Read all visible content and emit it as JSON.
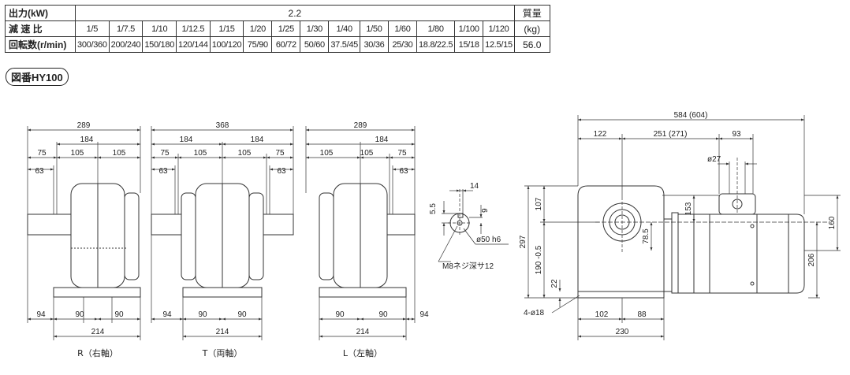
{
  "table": {
    "output_label": "出力(kW)",
    "ratio_label": "減 速 比",
    "speed_label": "回転数(r/min)",
    "output_value": "2.2",
    "mass_label": "質量",
    "mass_unit": "(kg)",
    "mass_value": "56.0",
    "ratios": [
      "1/5",
      "1/7.5",
      "1/10",
      "1/12.5",
      "1/15",
      "1/20",
      "1/25",
      "1/30",
      "1/40",
      "1/50",
      "1/60",
      "1/80",
      "1/100",
      "1/120"
    ],
    "speeds": [
      "300/360",
      "200/240",
      "150/180",
      "120/144",
      "100/120",
      "75/90",
      "60/72",
      "50/60",
      "37.5/45",
      "30/36",
      "25/30",
      "18.8/22.5",
      "15/18",
      "12.5/15"
    ]
  },
  "figure_label": "図番HY100",
  "views": {
    "r": {
      "caption": "R（右軸）",
      "overall": "289",
      "d184": "184",
      "d105a": "105",
      "d105b": "105",
      "d75": "75",
      "d63": "63",
      "b94": "94",
      "b90a": "90",
      "b90b": "90",
      "b214": "214"
    },
    "t": {
      "caption": "T（両軸）",
      "overall": "368",
      "d184a": "184",
      "d184b": "184",
      "d75a": "75",
      "d105a": "105",
      "d105b": "105",
      "d75b": "75",
      "d63a": "63",
      "d63b": "63",
      "b94": "94",
      "b90a": "90",
      "b90b": "90",
      "b214": "214"
    },
    "l": {
      "caption": "L（左軸）",
      "overall": "289",
      "d184": "184",
      "d105a": "105",
      "d105b": "105",
      "d75": "75",
      "d63": "63",
      "b94": "94",
      "b90a": "90",
      "b90b": "90",
      "b214": "214"
    }
  },
  "shaft": {
    "d14": "14",
    "d55": "5.5",
    "d9": "9",
    "dia": "ø50 h6",
    "screw": "M8ネジ深サ12"
  },
  "side": {
    "overall": "584 (604)",
    "d122": "122",
    "d251": "251 (271)",
    "d93": "93",
    "d27": "ø27",
    "d107": "107",
    "d153": "153",
    "d160": "160",
    "d297": "297",
    "d785": "78.5",
    "d190": "190 -0.5",
    "d206": "206",
    "d22": "22",
    "holes": "4-ø18",
    "d102": "102",
    "d88": "88",
    "d230": "230"
  }
}
